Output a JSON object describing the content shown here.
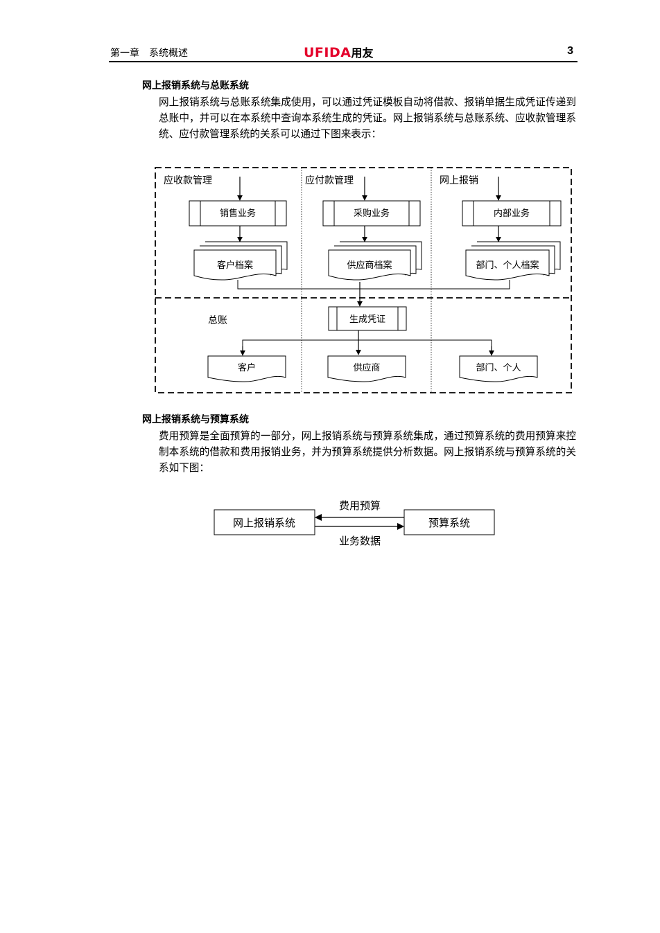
{
  "header": {
    "chapter": "第一章　系统概述",
    "logo_brand": "UFIDA",
    "logo_cn": "用友",
    "page_number": "3"
  },
  "section1": {
    "title": "网上报销系统与总账系统",
    "body": "网上报销系统与总账系统集成使用，可以通过凭证模板自动将借款、报销单据生成凭证传递到总账中，并可以在本系统中查询本系统生成的凭证。网上报销系统与总账系统、应收款管理系统、应付款管理系统的关系可以通过下图来表示："
  },
  "diagram1": {
    "zones": [
      "应收款管理",
      "应付款管理",
      "网上报销"
    ],
    "business": [
      "销售业务",
      "采购业务",
      "内部业务"
    ],
    "archives": [
      "客户档案",
      "供应商档案",
      "部门、个人档案"
    ],
    "gl_label": "总账",
    "voucher": "生成凭证",
    "outputs": [
      "客户",
      "供应商",
      "部门、个人"
    ]
  },
  "section2": {
    "title": "网上报销系统与预算系统",
    "body": "费用预算是全面预算的一部分，网上报销系统与预算系统集成，通过预算系统的费用预算来控制本系统的借款和费用报销业务，并为预算系统提供分析数据。网上报销系统与预算系统的关系如下图："
  },
  "diagram2": {
    "left_box": "网上报销系统",
    "right_box": "预算系统",
    "top_label": "费用预算",
    "bottom_label": "业务数据"
  }
}
